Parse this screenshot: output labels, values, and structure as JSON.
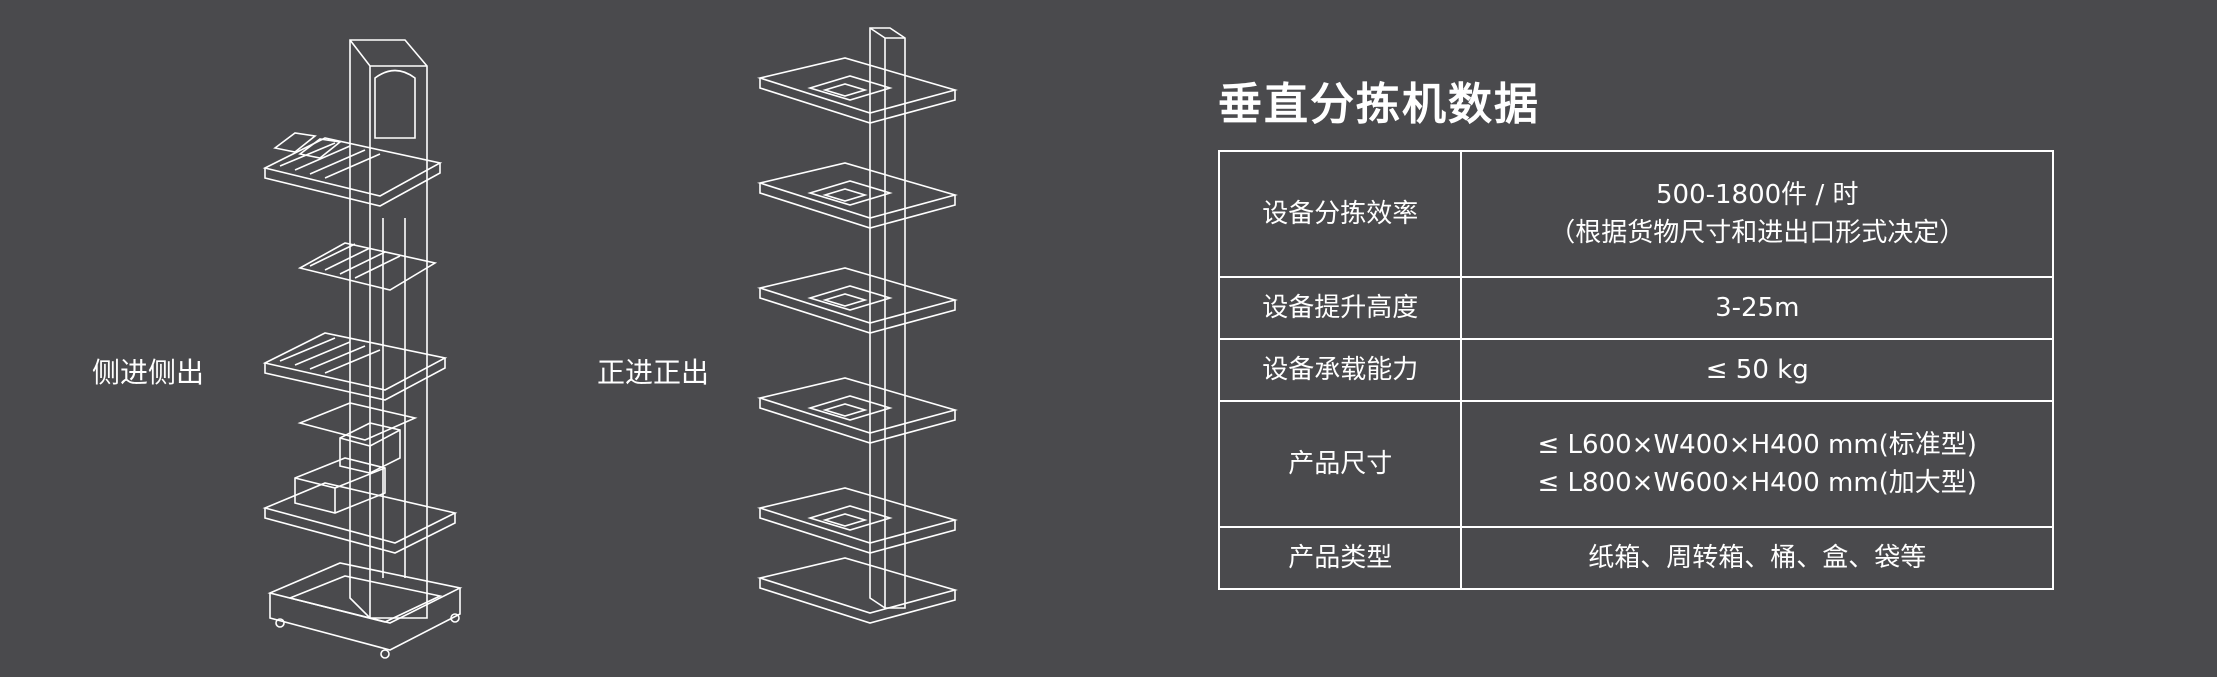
{
  "captions": {
    "side": "侧进侧出",
    "front": "正进正出"
  },
  "spec": {
    "title": "垂直分拣机数据",
    "rows": [
      {
        "label": "设备分拣效率",
        "values": [
          "500-1800件 / 时",
          "（根据货物尺寸和进出口形式决定）"
        ]
      },
      {
        "label": "设备提升高度",
        "values": [
          "3-25m"
        ]
      },
      {
        "label": "设备承载能力",
        "values": [
          "≤ 50 kg"
        ]
      },
      {
        "label": "产品尺寸",
        "values": [
          "≤ L600×W400×H400 mm(标准型)",
          "≤ L800×W600×H400 mm(加大型)"
        ]
      },
      {
        "label": "产品类型",
        "values": [
          "纸箱、周转箱、桶、盒、袋等"
        ]
      }
    ]
  },
  "colors": {
    "background": "#4a4a4d",
    "line": "#ffffff"
  }
}
